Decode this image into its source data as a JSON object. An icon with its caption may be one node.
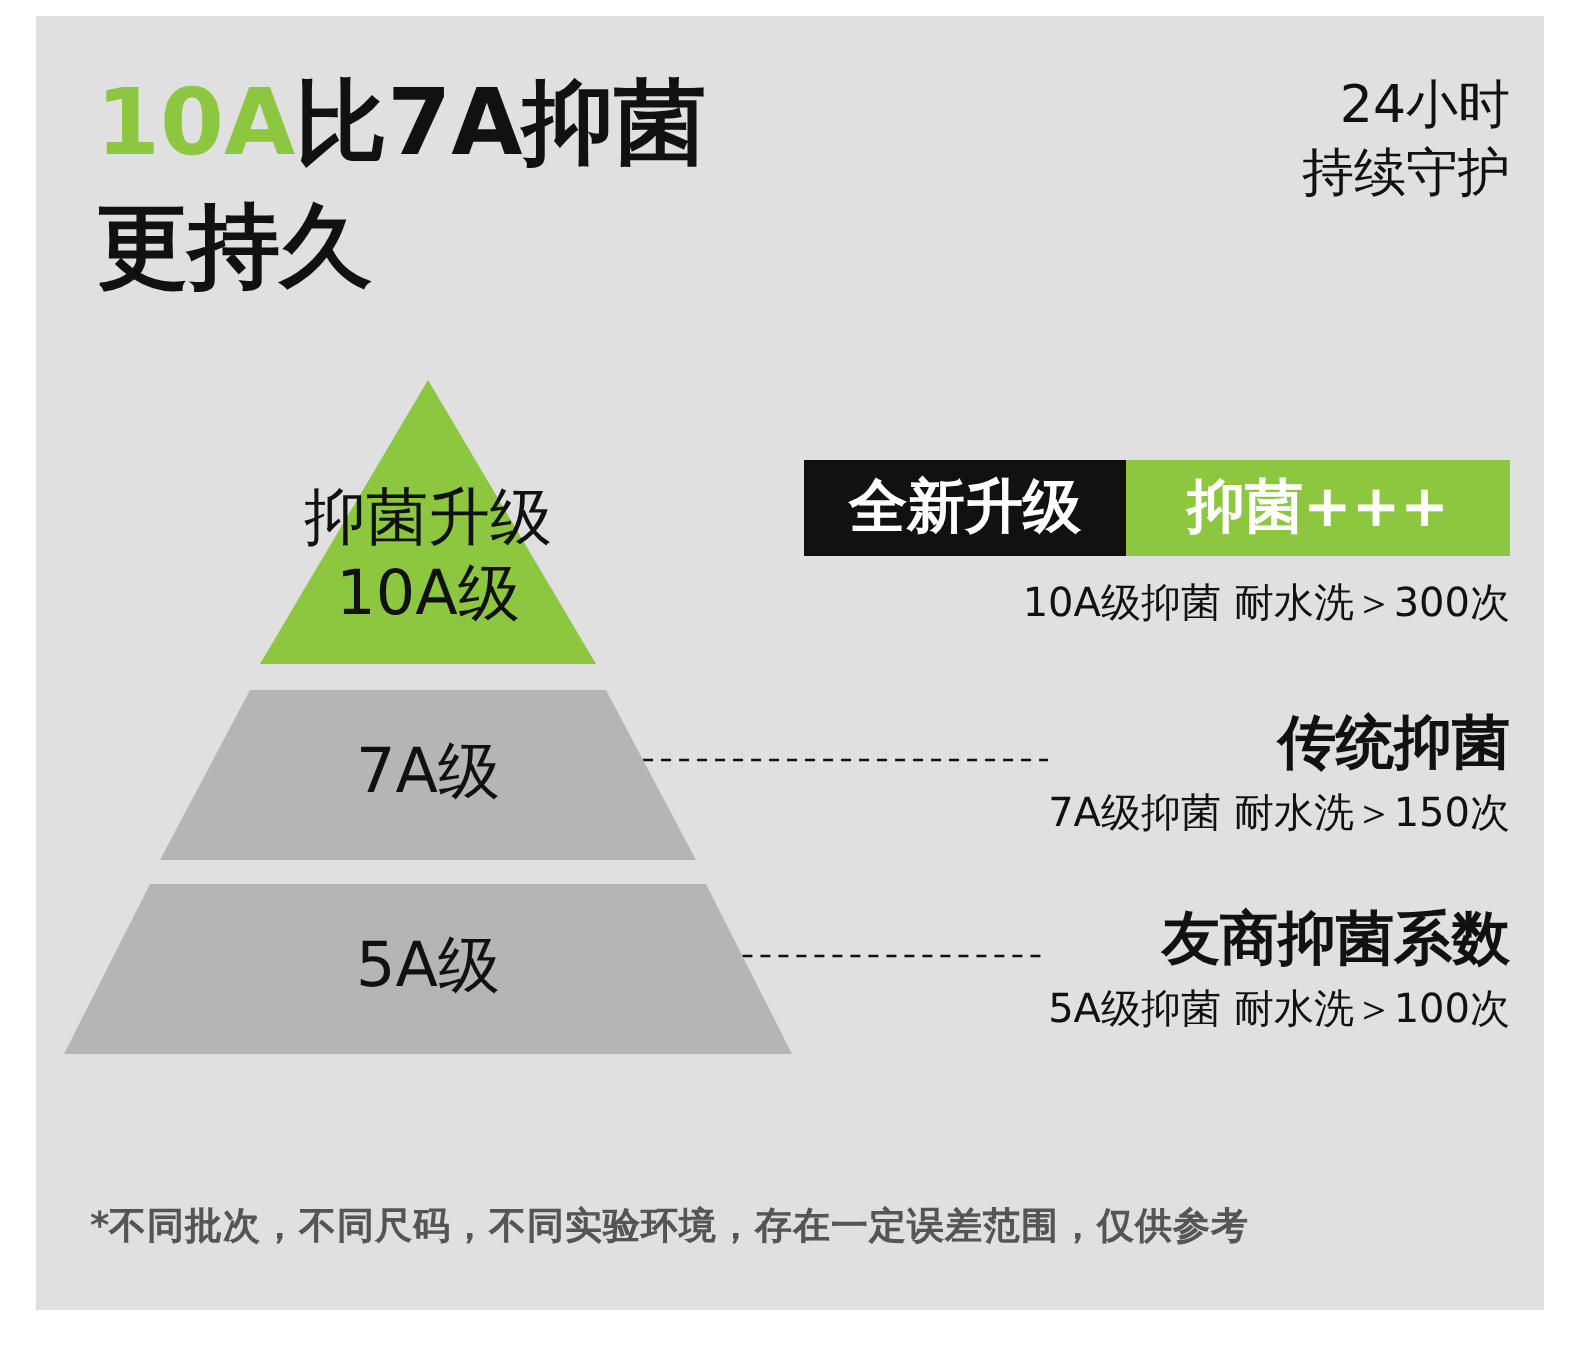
{
  "diagram": {
    "title": "**10A**比7A抑菌更持久",
    "nodes": [
      {
        "text": [
          "抑菌升级 10A级"
        ]
      },
      {
        "text": [
          "全新升级"
        ]
      },
      {
        "text": [
          "抑菌+++"
        ]
      },
      {
        "text": [
          "7A级"
        ]
      },
      {
        "text": [
          "传统抑菌",
          "7A级抑菌 耐水洗＞150次"
        ]
      },
      {
        "text": [
          "5A级"
        ]
      },
      {
        "text": [
          "友商抑菌系数",
          "5A级抑菌 耐水洗＞100次"
        ]
      }
    ],
    "edges": [
      {
        "from": 3,
        "to": 4,
        "arrow": "none",
        "style": "dashed"
      },
      {
        "from": 5,
        "to": 6,
        "arrow": "none",
        "style": "dashed"
      }
    ],
    "labels": [
      "24小时",
      "持续守护",
      "10A级抑菌 耐水洗＞300次",
      "*不同批次，不同尺码，不同实验环境，存在一定误差范围，仅供参考"
    ]
  }
}
